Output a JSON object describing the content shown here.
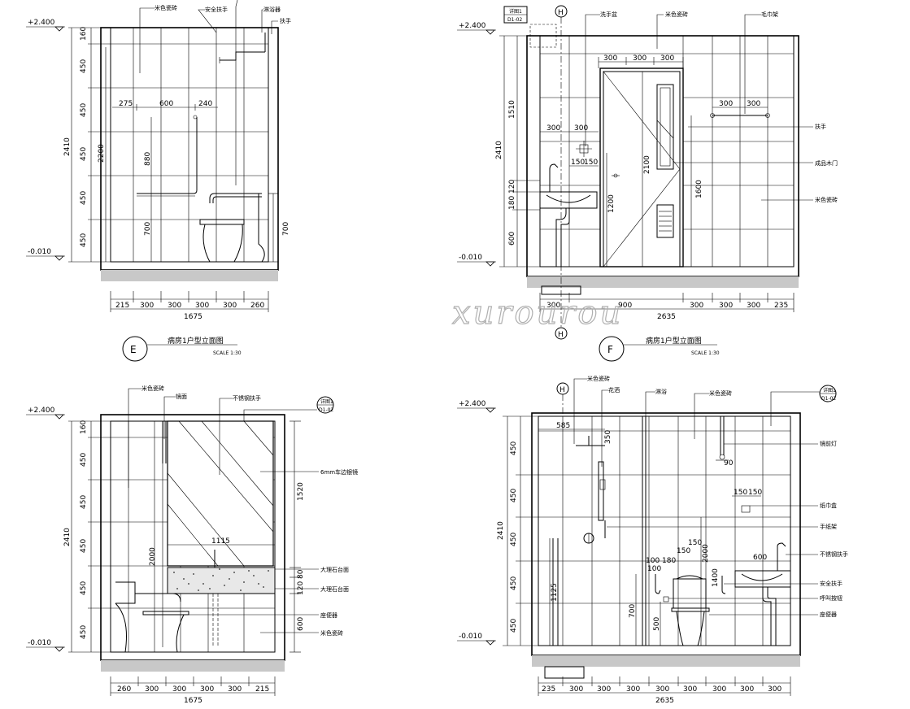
{
  "watermark": "xurourou",
  "panel_e": {
    "marker": "E",
    "title": "病房1户型立面图",
    "scale": "SCALE  1:30",
    "level_top": "+2.400",
    "level_bottom": "-0.010",
    "left_rows": [
      "160",
      "450",
      "450",
      "450",
      "450",
      "450"
    ],
    "total_height": "2410",
    "height_2200": "2200",
    "bottom_cols": [
      "215",
      "300",
      "300",
      "300",
      "300",
      "260"
    ],
    "total_width": "1675",
    "top_dims": [
      "275",
      "600",
      "240"
    ],
    "inner_880": "880",
    "inner_700": "700",
    "right_700": "700",
    "callouts": [
      "米色瓷砖",
      "安全扶手",
      "淋浴器",
      "扶手"
    ]
  },
  "panel_f": {
    "marker": "F",
    "title": "病房1户型立面图",
    "scale": "SCALE  1:30",
    "level_top": "+2.400",
    "level_bottom": "-0.010",
    "tag": "详图1",
    "tag_sub": "D1-02",
    "axis": "H",
    "left_rows": [
      "1510",
      "120",
      "180",
      "600"
    ],
    "total_height": "2410",
    "top_door": [
      "300",
      "300",
      "300"
    ],
    "top_right": [
      "300",
      "300"
    ],
    "left_top": [
      "300",
      "300"
    ],
    "small": [
      "150",
      "150"
    ],
    "door_h": "2100",
    "h_1200": "1200",
    "h_1600": "1600",
    "bottom_cols": [
      "300",
      "900",
      "300",
      "300",
      "300",
      "235"
    ],
    "total_width": "2635",
    "callouts": [
      "洗手盆",
      "米色瓷砖",
      "毛巾架",
      "扶手",
      "成品木门",
      "米色瓷砖"
    ]
  },
  "panel_g": {
    "level_top": "+2.400",
    "level_bottom": "-0.010",
    "tag": "详图1",
    "tag_sub": "D1-02",
    "left_rows": [
      "160",
      "450",
      "450",
      "450",
      "450",
      "450"
    ],
    "total_height": "2410",
    "h_2000": "2000",
    "right_1520": "1520",
    "right_80": "80",
    "right_120": "120",
    "right_600": "600",
    "w_1115": "1115",
    "bottom_cols": [
      "260",
      "300",
      "300",
      "300",
      "300",
      "215"
    ],
    "total_width": "1675",
    "callouts": [
      "米色瓷砖",
      "镜面",
      "不锈钢扶手",
      "6mm车边银镜",
      "大理石台面",
      "大理石台面",
      "座便器",
      "米色瓷砖"
    ]
  },
  "panel_h": {
    "level_top": "+2.400",
    "level_bottom": "-0.010",
    "tag": "详图1",
    "tag_sub": "D1-02",
    "axis": "H",
    "left_rows": [
      "450",
      "450",
      "450",
      "450",
      "450"
    ],
    "total_height": "2410",
    "w_585": "585",
    "h_350": "350",
    "d_90": "90",
    "small": [
      "150",
      "150"
    ],
    "d_600": "600",
    "d_150": "150",
    "h_2000": "2000",
    "d_100": "100",
    "d_180": "180",
    "h_1400": "1400",
    "h_1125": "1125",
    "h_700": "700",
    "h_500": "500",
    "bottom_cols": [
      "235",
      "300",
      "300",
      "300",
      "300",
      "300",
      "300",
      "300",
      "300"
    ],
    "total_width": "2635",
    "callouts": [
      "米色瓷砖",
      "花洒",
      "淋浴",
      "米色瓷砖",
      "镜前灯",
      "纸巾盒",
      "手纸架",
      "不锈钢扶手",
      "安全扶手",
      "呼叫按钮",
      "座便器"
    ]
  }
}
